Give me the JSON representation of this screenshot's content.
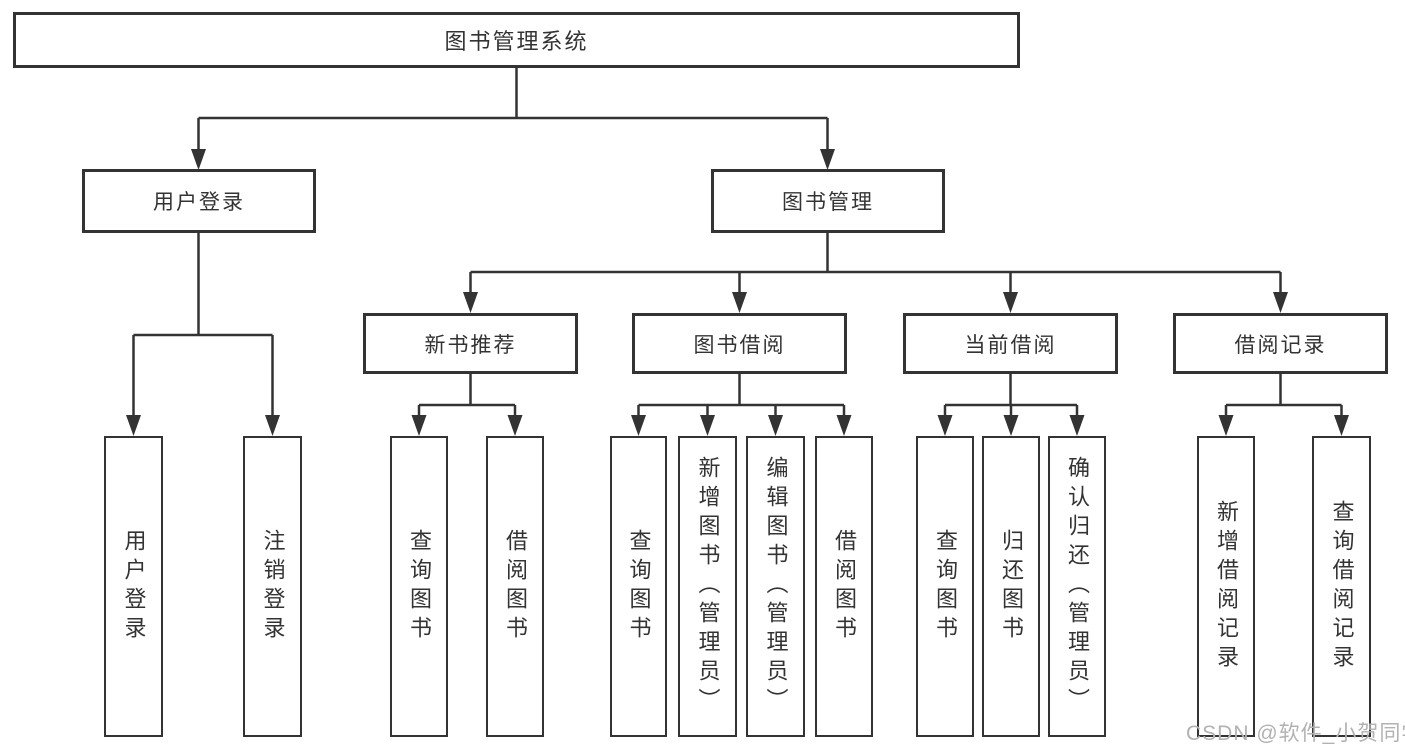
{
  "tree": {
    "root": "图书管理系统",
    "children": [
      {
        "label": "用户登录",
        "children": [
          {
            "label": "用户登录"
          },
          {
            "label": "注销登录"
          }
        ]
      },
      {
        "label": "图书管理",
        "children": [
          {
            "label": "新书推荐",
            "children": [
              {
                "label": "查询图书"
              },
              {
                "label": "借阅图书"
              }
            ]
          },
          {
            "label": "图书借阅",
            "children": [
              {
                "label": "查询图书"
              },
              {
                "label": "新增图书（管理员）"
              },
              {
                "label": "编辑图书（管理员）"
              },
              {
                "label": "借阅图书"
              }
            ]
          },
          {
            "label": "当前借阅",
            "children": [
              {
                "label": "查询图书"
              },
              {
                "label": "归还图书"
              },
              {
                "label": "确认归还（管理员）"
              }
            ]
          },
          {
            "label": "借阅记录",
            "children": [
              {
                "label": "新增借阅记录"
              },
              {
                "label": "查询借阅记录"
              }
            ]
          }
        ]
      }
    ]
  },
  "watermark": "CSDN @软件_小贺同学",
  "colors": {
    "line": "#333333",
    "box_border": "#333333",
    "text": "#333333",
    "background": "#ffffff",
    "watermark": "#b2b2b4"
  }
}
